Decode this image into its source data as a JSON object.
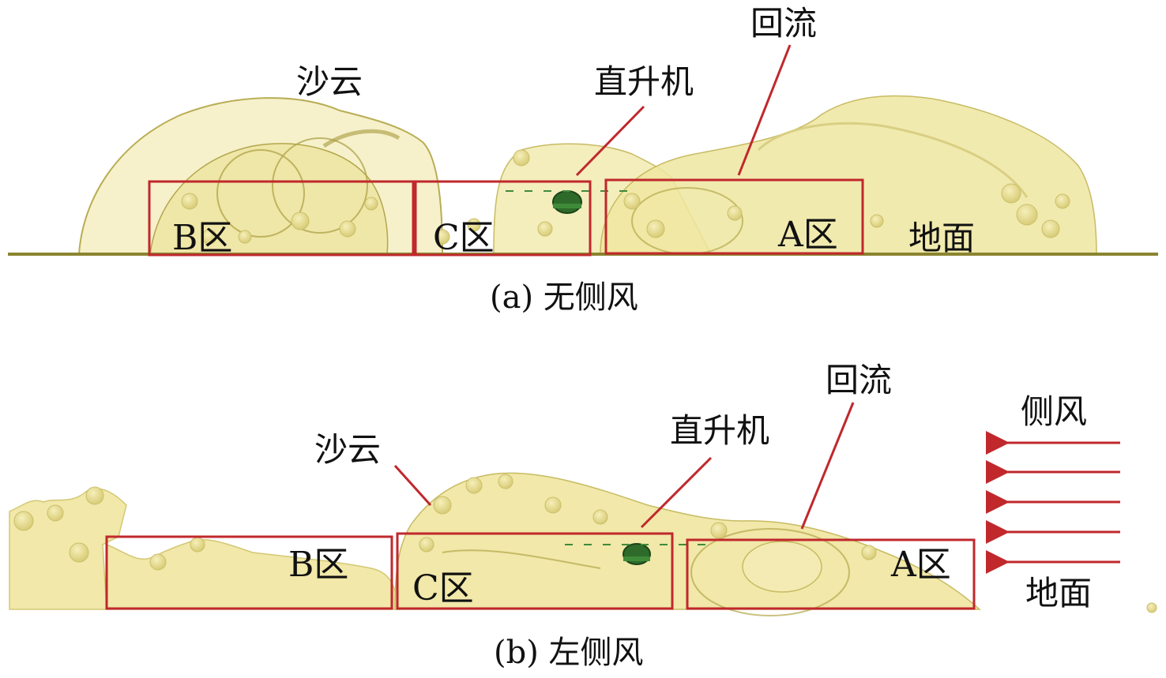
{
  "colors": {
    "annotation": "#c0282c",
    "sand": "#efe6a0",
    "sand_edge": "#b9ad55",
    "ground": "#8a8430",
    "helicopter": "#2e6b2a"
  },
  "panel_a": {
    "caption": "(a) 无侧风",
    "labels": {
      "sand_cloud": "沙云",
      "helicopter": "直升机",
      "recirculation": "回流",
      "ground": "地面"
    },
    "zones": [
      "B区",
      "C区",
      "A区"
    ]
  },
  "panel_b": {
    "caption": "(b) 左侧风",
    "labels": {
      "sand_cloud": "沙云",
      "helicopter": "直升机",
      "recirculation": "回流",
      "crosswind": "侧风",
      "ground": "地面"
    },
    "zones": [
      "B区",
      "C区",
      "A区"
    ],
    "wind_arrow_count": 5
  }
}
